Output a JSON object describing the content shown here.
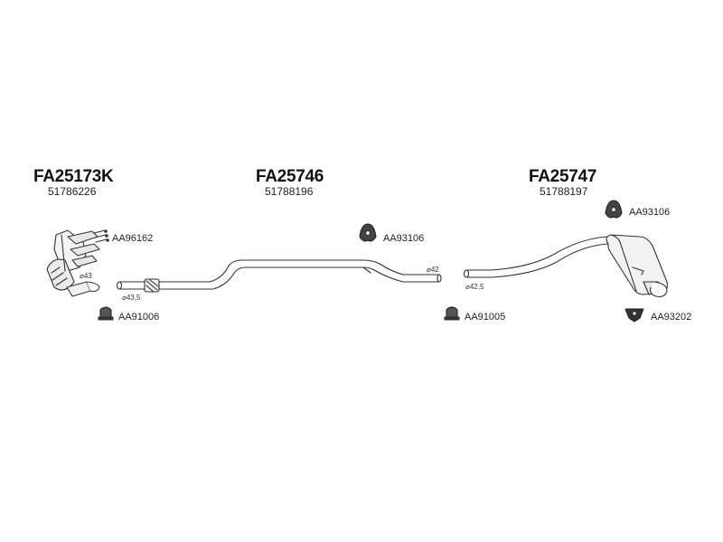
{
  "sections": [
    {
      "code": "FA25173K",
      "oem": "51786226",
      "accessories": [
        "AA96162",
        "AA91006"
      ],
      "diameters": [
        "⌀43",
        "⌀43,5"
      ]
    },
    {
      "code": "FA25746",
      "oem": "51788196",
      "accessories": [
        "AA93106"
      ],
      "diameters": [
        "⌀42"
      ]
    },
    {
      "code": "FA25747",
      "oem": "51788197",
      "accessories": [
        "AA93106",
        "AA91005",
        "AA93202"
      ],
      "diameters": [
        "⌀42,5"
      ]
    }
  ]
}
